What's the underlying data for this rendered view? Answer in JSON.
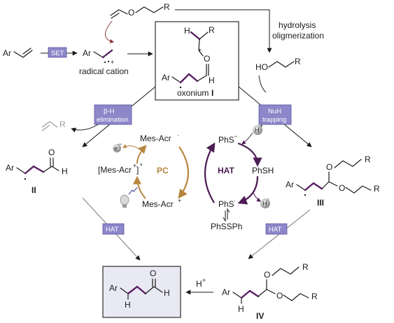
{
  "labels": {
    "ar": "Ar",
    "set": "SET",
    "radical_cation": "radical cation",
    "hydrolysis": "hydrolysis",
    "oligmerization": "oligmerization",
    "oxonium": "oxonium",
    "oxonium_num": "I",
    "beta_h": "β-H",
    "elimination": "elimination",
    "nuh": "NuH",
    "trapping": "trapping",
    "mes_acr_rad": "Mes-Acr",
    "mes_acr_plus": "Mes-Acr",
    "mes_acr_bracket": "[Mes-Acr",
    "pc": "PC",
    "hat": "HAT",
    "phs_minus": "PhS",
    "phsh": "PhSH",
    "phs_rad": "PhS",
    "phssph": "PhSSPh",
    "h_plus": "H",
    "h_rad": "H",
    "e_minus": "e",
    "comp2": "II",
    "comp3": "III",
    "comp4": "IV",
    "hat_tag": "HAT",
    "h_atom": "H",
    "o_atom": "O",
    "r_group": "R",
    "ho": "HO"
  },
  "colors": {
    "tag_fill": "#8d87c9",
    "tag_border": "#5b55a0",
    "pc_cycle": "#b7863f",
    "hat_cycle": "#4c1d54",
    "product_box": "#e9e9f3"
  }
}
